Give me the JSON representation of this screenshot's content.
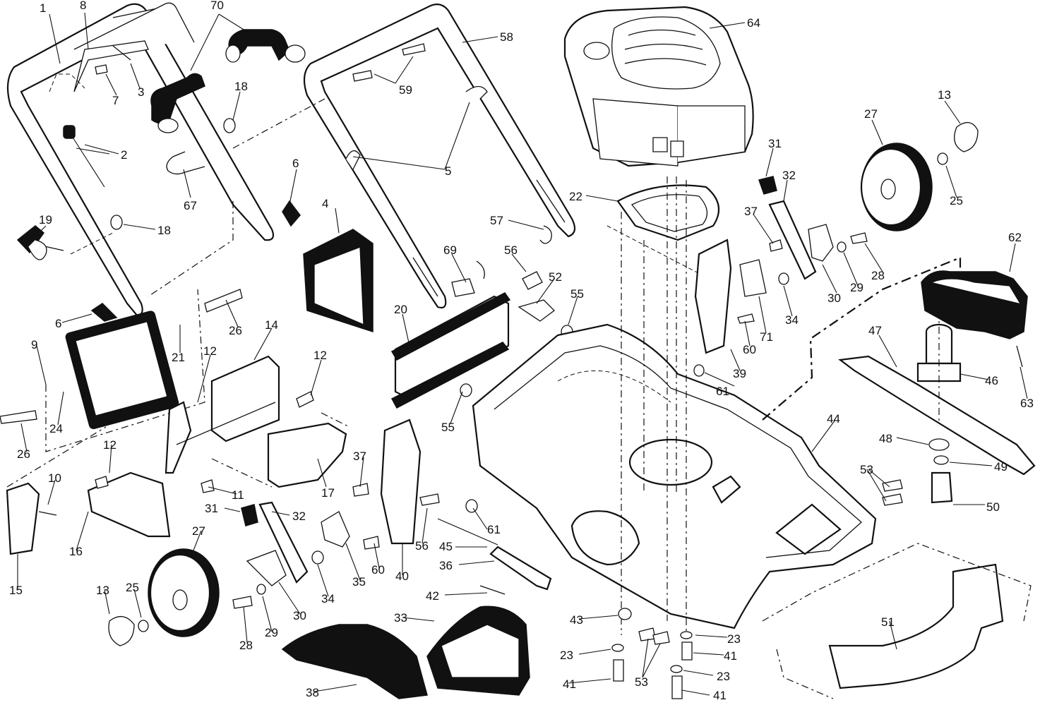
{
  "labels": {
    "l1": "1",
    "l8": "8",
    "l70": "70",
    "l64": "64",
    "l58": "58",
    "l18a": "18",
    "l3": "3",
    "l7": "7",
    "l59": "59",
    "l2": "2",
    "l5": "5",
    "l6a": "6",
    "l67": "67",
    "l4": "4",
    "l18b": "18",
    "l19": "19",
    "l13a": "13",
    "l27a": "27",
    "l31a": "31",
    "l32a": "32",
    "l22": "22",
    "l37a": "37",
    "l25a": "25",
    "l28a": "28",
    "l29a": "29",
    "l30a": "30",
    "l62": "62",
    "l57": "57",
    "l69": "69",
    "l56a": "56",
    "l52": "52",
    "l55a": "55",
    "l34a": "34",
    "l71": "71",
    "l60a": "60",
    "l39": "39",
    "l61a": "61",
    "l6b": "6",
    "l9": "9",
    "l26a": "26",
    "l21": "21",
    "l14": "14",
    "l12a": "12",
    "l12b": "12",
    "l20": "20",
    "l47": "47",
    "l46": "46",
    "l63": "63",
    "l24": "24",
    "l26b": "26",
    "l55b": "55",
    "l44": "44",
    "l48": "48",
    "l49": "49",
    "l12c": "12",
    "l10": "10",
    "l17": "17",
    "l11": "11",
    "l37b": "37",
    "l53a": "53",
    "l50": "50",
    "l31b": "31",
    "l32b": "32",
    "l16": "16",
    "l15": "15",
    "l61b": "61",
    "l56b": "56",
    "l45": "45",
    "l27b": "27",
    "l35": "35",
    "l60b": "60",
    "l40": "40",
    "l36": "36",
    "l13b": "13",
    "l25b": "25",
    "l34b": "34",
    "l42": "42",
    "l30b": "30",
    "l51": "51",
    "l43": "43",
    "l28b": "28",
    "l29b": "29",
    "l33": "33",
    "l23a": "23",
    "l23b": "23",
    "l41a": "41",
    "l41b": "41",
    "l53b": "53",
    "l23c": "23",
    "l41c": "41",
    "l38": "38"
  }
}
